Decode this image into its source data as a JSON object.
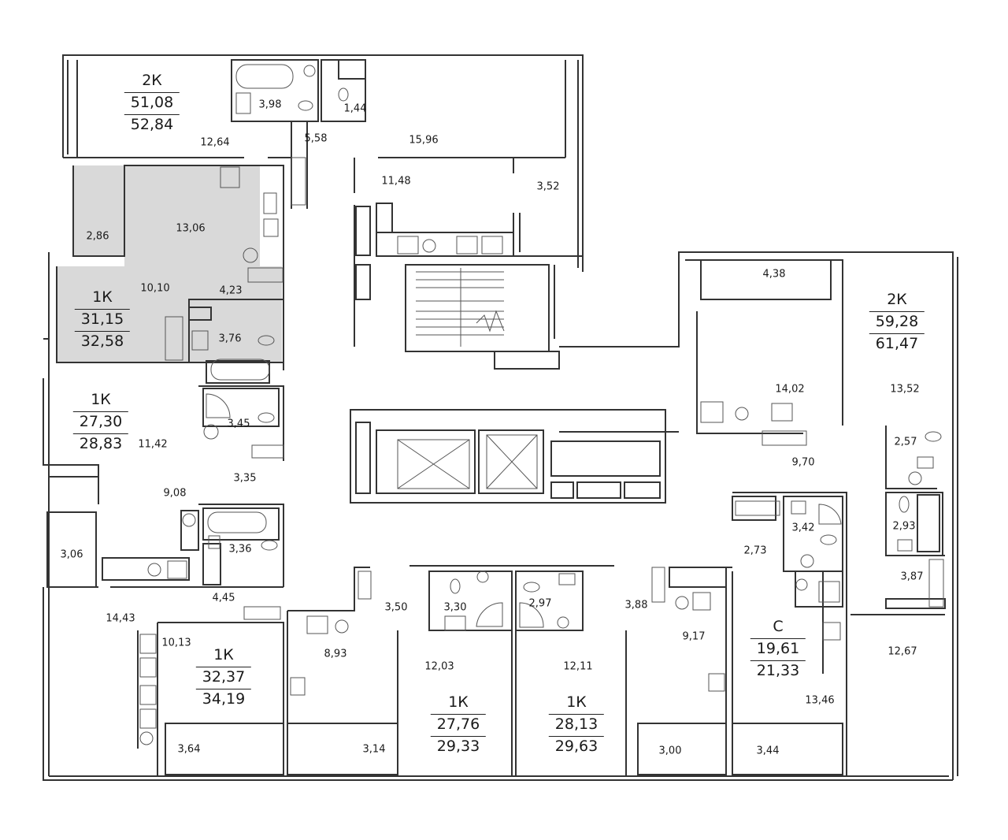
{
  "plan": {
    "colors": {
      "wall": "#333333",
      "fixture": "#555555",
      "highlight": "#d9d9d9",
      "background": "#ffffff"
    },
    "apartments": [
      {
        "id": "2k-top",
        "type": "2К",
        "living_area": "51,08",
        "total_area": "52,84"
      },
      {
        "id": "1k-highlighted",
        "type": "1К",
        "living_area": "31,15",
        "total_area": "32,58",
        "highlighted": true
      },
      {
        "id": "1k-left",
        "type": "1К",
        "living_area": "27,30",
        "total_area": "28,83"
      },
      {
        "id": "1k-bottom-left",
        "type": "1К",
        "living_area": "32,37",
        "total_area": "34,19"
      },
      {
        "id": "1k-bottom-mid-a",
        "type": "1К",
        "living_area": "27,76",
        "total_area": "29,33"
      },
      {
        "id": "1k-bottom-mid-b",
        "type": "1К",
        "living_area": "28,13",
        "total_area": "29,63"
      },
      {
        "id": "studio",
        "type": "С",
        "living_area": "19,61",
        "total_area": "21,33"
      },
      {
        "id": "2k-right",
        "type": "2К",
        "living_area": "59,28",
        "total_area": "61,47"
      }
    ],
    "rooms": [
      "12,64",
      "3,98",
      "1,44",
      "5,58",
      "15,96",
      "11,48",
      "3,52",
      "2,86",
      "13,06",
      "10,10",
      "4,23",
      "3,76",
      "4,38",
      "14,02",
      "13,52",
      "11,42",
      "3,45",
      "3,35",
      "9,08",
      "3,06",
      "3,36",
      "4,45",
      "9,70",
      "2,57",
      "2,93",
      "3,42",
      "2,73",
      "3,87",
      "14,43",
      "10,13",
      "3,50",
      "3,30",
      "2,97",
      "3,88",
      "9,17",
      "8,93",
      "12,03",
      "12,11",
      "12,67",
      "13,46",
      "3,64",
      "3,14",
      "3,00",
      "3,44"
    ]
  }
}
